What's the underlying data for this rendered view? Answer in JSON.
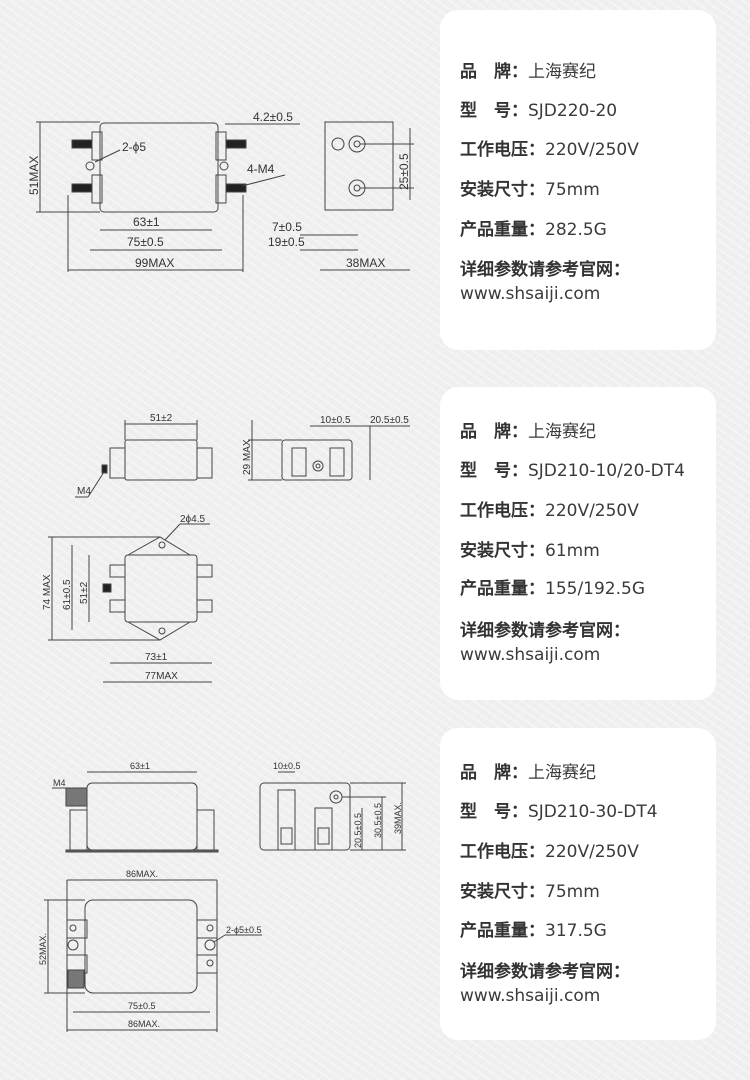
{
  "drawings": [
    {
      "labels": {
        "height": "51MAX",
        "hole": "2-ϕ5",
        "screw": "4-M4",
        "gap": "4.2±0.5",
        "w1": "63±1",
        "w2": "75±0.5",
        "w3": "99MAX",
        "side_h": "25±0.5",
        "side_a": "7±0.5",
        "side_b": "19±0.5",
        "side_w": "38MAX"
      }
    },
    {
      "labels": {
        "top_w": "51±2",
        "screw": "M4",
        "side_h": "29 MAX",
        "side_a": "10±0.5",
        "side_b": "20.5±0.5",
        "hole": "2ϕ4.5",
        "h1": "74 MAX",
        "h2": "61±0.5",
        "h3": "51±2",
        "w1": "73±1",
        "w2": "77MAX"
      }
    },
    {
      "labels": {
        "top_w": "63±1",
        "screw": "M4",
        "side_a": "10±0.5",
        "side_h1": "20.5±0.5",
        "side_h2": "30.5±0.5",
        "side_h3": "39MAX.",
        "w_top": "86MAX.",
        "h": "52MAX.",
        "hole": "2-ϕ5±0.5",
        "w1": "75±0.5",
        "w2": "86MAX."
      }
    }
  ],
  "cards": [
    {
      "brand_label": "品　牌：",
      "brand": "上海赛纪",
      "model_label": "型　号：",
      "model": "SJD220-20",
      "voltage_label": "工作电压：",
      "voltage": "220V/250V",
      "mount_label": "安装尺寸：",
      "mount": "75mm",
      "weight_label": "产品重量：",
      "weight": "282.5G",
      "more_label": "详细参数请参考官网：",
      "url": "www.shsaiji.com"
    },
    {
      "brand_label": "品　牌：",
      "brand": "上海赛纪",
      "model_label": "型　号：",
      "model": "SJD210-10/20-DT4",
      "voltage_label": "工作电压：",
      "voltage": "220V/250V",
      "mount_label": "安装尺寸：",
      "mount": "61mm",
      "weight_label": "产品重量：",
      "weight": "155/192.5G",
      "more_label": "详细参数请参考官网：",
      "url": "www.shsaiji.com"
    },
    {
      "brand_label": "品　牌：",
      "brand": "上海赛纪",
      "model_label": "型　号：",
      "model": "SJD210-30-DT4",
      "voltage_label": "工作电压：",
      "voltage": "220V/250V",
      "mount_label": "安装尺寸：",
      "mount": "75mm",
      "weight_label": "产品重量：",
      "weight": "317.5G",
      "more_label": "详细参数请参考官网：",
      "url": "www.shsaiji.com"
    }
  ]
}
